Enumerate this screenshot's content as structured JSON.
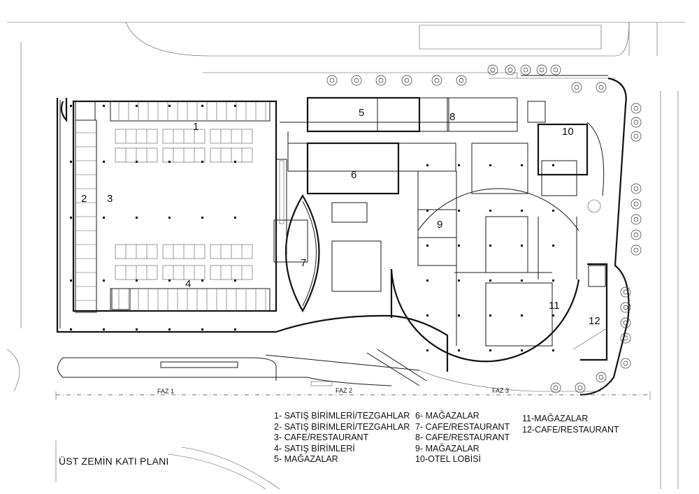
{
  "title": "ÜST ZEMİN KATI PLANI",
  "area_numbers": [
    "1",
    "2",
    "3",
    "4",
    "5",
    "6",
    "7",
    "8",
    "9",
    "10",
    "11",
    "12"
  ],
  "phases": [
    "FAZ 1",
    "FAZ 2",
    "FAZ 3"
  ],
  "legend": {
    "col1": [
      "1-  SATIŞ BİRİMLERİ/TEZGAHLAR",
      "2-  SATIŞ BİRİMLERİ/TEZGAHLAR",
      "3-  CAFE/RESTAURANT",
      "4-  SATIŞ BİRİMLERİ",
      "5-  MAĞAZALAR"
    ],
    "col2": [
      "6-  MAĞAZALAR",
      "7-  CAFE/RESTAURANT",
      "8-  CAFE/RESTAURANT",
      "9-  MAĞAZALAR",
      "10-OTEL LOBİSİ"
    ],
    "col3": [
      "11-MAĞAZALAR",
      "12-CAFE/RESTAURANT"
    ]
  }
}
